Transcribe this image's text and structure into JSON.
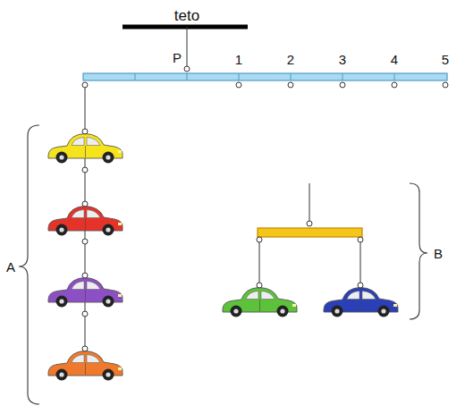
{
  "diagram": {
    "labels": [
      "teto",
      "P",
      "1",
      "2",
      "3",
      "4",
      "5",
      "A",
      "B"
    ]
  }
}
